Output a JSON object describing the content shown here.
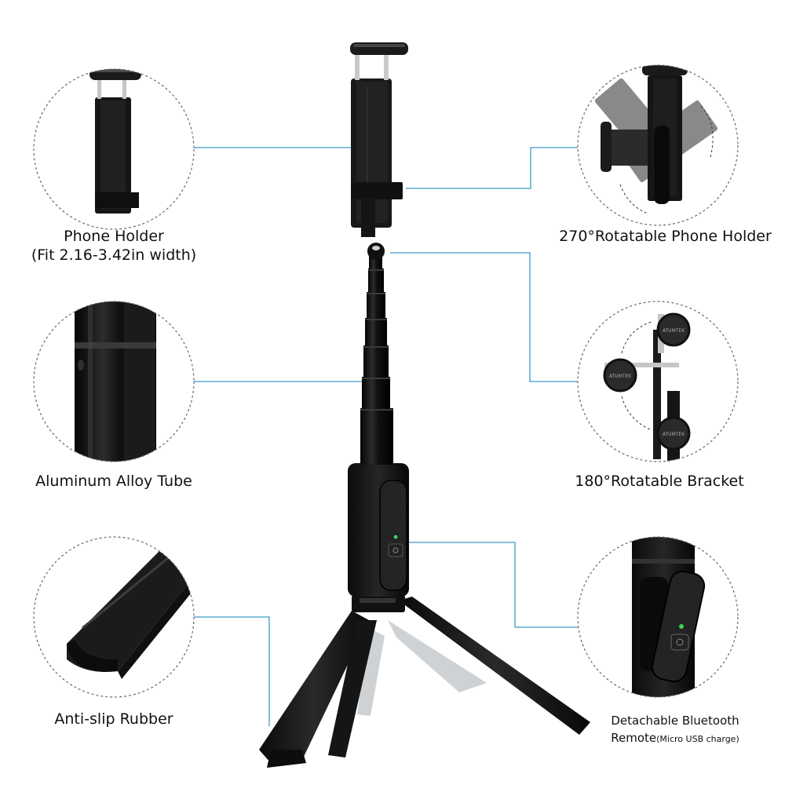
{
  "features": {
    "phone_holder": {
      "line1": "Phone Holder",
      "line2": "(Fit 2.16-3.42in width)"
    },
    "rotatable_holder": {
      "label": "270°Rotatable Phone Holder"
    },
    "aluminum_tube": {
      "label": "Aluminum Alloy Tube"
    },
    "rotatable_bracket": {
      "label": "180°Rotatable Bracket"
    },
    "anti_slip": {
      "label": "Anti-slip Rubber"
    },
    "remote": {
      "line1": "Detachable Bluetooth",
      "line2_main": "Remote",
      "line2_note": "(Micro USB charge)"
    }
  },
  "brand_mark": "ATUMTEK",
  "colors": {
    "callout_line": "#3d9bc9",
    "circle_border": "#6a6a6a",
    "product": "#1a1a1a",
    "indicator_led": "#39d353"
  }
}
